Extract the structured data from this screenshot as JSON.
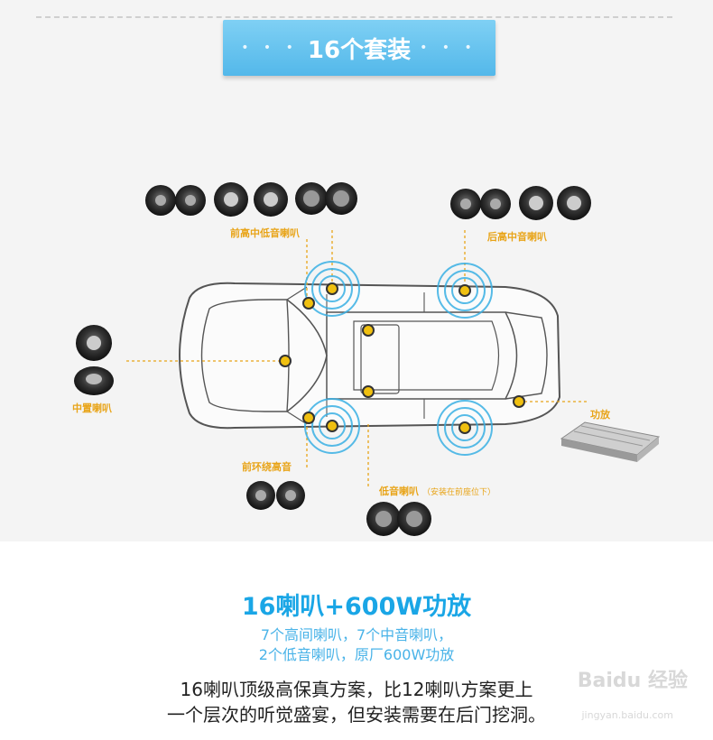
{
  "banner": {
    "title": "16个套装",
    "dots_left": "• • •",
    "dots_right": "• • •"
  },
  "labels": {
    "front_mid_low": "前高中低音喇叭",
    "rear_high_mid": "后高中音喇叭",
    "center": "中置喇叭",
    "front_surround": "前环绕高音",
    "subwoofer": "低音喇叭",
    "subwoofer_note": "（安装在前座位下）",
    "amplifier": "功放"
  },
  "headline": "16喇叭+600W功放",
  "subtext": [
    "7个高间喇叭，7个中音喇叭，",
    "2个低音喇叭，原厂600W功放"
  ],
  "description": [
    "16喇叭顶级高保真方案，比12喇叭方案更上",
    "一个层次的听觉盛宴，但安装需要在后门挖洞。"
  ],
  "watermark": {
    "brand": "Baidu 经验",
    "url": "jingyan.baidu.com"
  },
  "colors": {
    "accent": "#1aa6e6",
    "label": "#e8a418",
    "speaker_dot": "#f0c010"
  }
}
